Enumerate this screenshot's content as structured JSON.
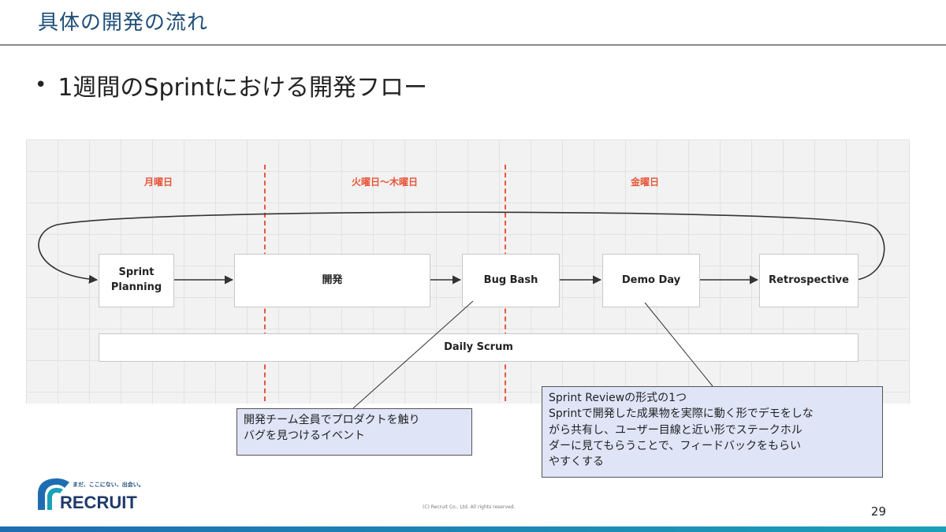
{
  "slide": {
    "title": "具体の開発の流れ",
    "bullet": "1週間のSprintにおける開発フロー",
    "page_number": "29",
    "copyright": "(C) Recruit Co., Ltd. All rights reserved.",
    "logo": {
      "tagline": "まだ、ここにない、出会い。",
      "wordmark": "RECRUIT"
    }
  },
  "diagram": {
    "day_labels": [
      "月曜日",
      "火曜日〜木曜日",
      "金曜日"
    ],
    "steps": [
      {
        "id": "sprint-planning",
        "label": "Sprint\nPlanning"
      },
      {
        "id": "dev",
        "label": "開発"
      },
      {
        "id": "bug-bash",
        "label": "Bug Bash"
      },
      {
        "id": "demo-day",
        "label": "Demo Day"
      },
      {
        "id": "retrospective",
        "label": "Retrospective"
      }
    ],
    "daily_scrum": "Daily Scrum",
    "colors": {
      "day_label": "#e8553a",
      "note_bg": "#dfe4f7"
    }
  },
  "notes": {
    "bug_bash": "開発チーム全員でプロダクトを触り\nバグを見つけるイベント",
    "demo_day": "Sprint Reviewの形式の1つ\nSprintで開発した成果物を実際に動く形でデモをしな\nがら共有し、ユーザー目線と近い形でステークホル\nダーに見てもらうことで、フィードバックをもらい\nやすくする"
  }
}
